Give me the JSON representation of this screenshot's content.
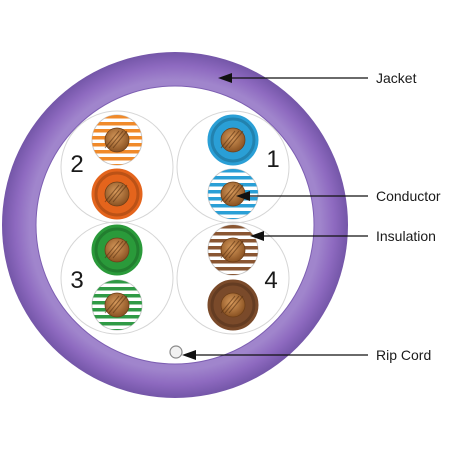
{
  "diagram": {
    "labels": {
      "jacket": "Jacket",
      "conductor": "Conductor",
      "insulation": "Insulation",
      "rip_cord": "Rip Cord"
    },
    "pairs": [
      {
        "number": "1",
        "solid_color": "#2a9fd6",
        "stripe_color": "#2a9fd6"
      },
      {
        "number": "2",
        "solid_color": "#e4641c",
        "stripe_color": "#f08a2a"
      },
      {
        "number": "3",
        "solid_color": "#2a9a3a",
        "stripe_color": "#2f9a45"
      },
      {
        "number": "4",
        "solid_color": "#7a4a2a",
        "stripe_color": "#8a5632"
      }
    ],
    "colors": {
      "jacket": "#8e6ac0",
      "jacket_dark": "#7456a8",
      "conductor": "#b87333",
      "separator": "#d6d6d6",
      "arrow": "#111111"
    }
  }
}
